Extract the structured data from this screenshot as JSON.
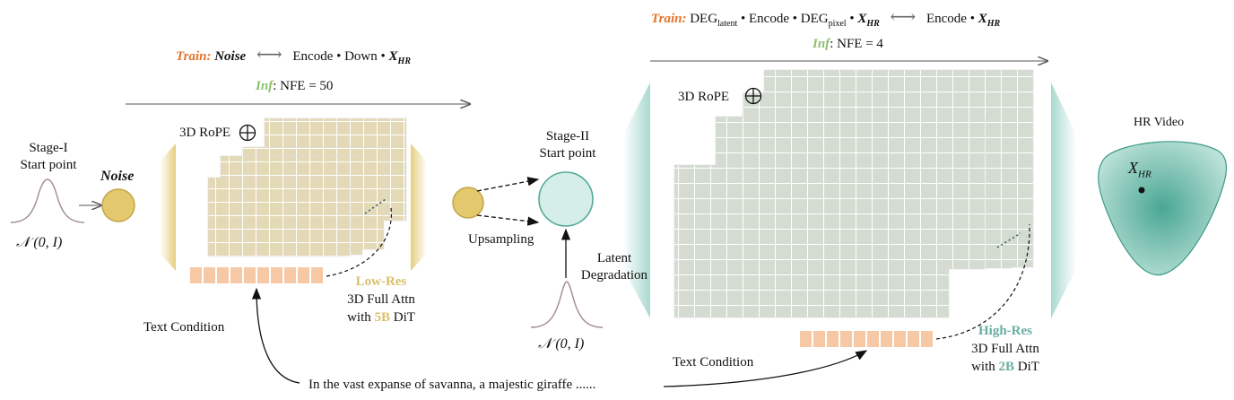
{
  "stage1": {
    "train_prefix": "Train:",
    "train_noise": "Noise",
    "train_arrow": "⟷",
    "train_rhs": "Encode • Down • ",
    "train_xhr": "X",
    "train_xhr_sub": "HR",
    "inf_prefix": "Inf",
    "inf_rest": ": NFE = 50",
    "start_title": "Stage-I",
    "start_sub": "Start point",
    "noise_label": "Noise",
    "gauss_label": "𝒩 (0, I)",
    "rope_label": "3D RoPE",
    "text_condition": "Text Condition",
    "attn_title": "Low-Res",
    "attn_line1": "3D Full Attn",
    "attn_line2_pre": "with ",
    "attn_line2_size": "5B",
    "attn_line2_post": " DiT"
  },
  "middle": {
    "upsampling": "Upsampling",
    "start_title": "Stage-II",
    "start_sub": "Start point",
    "latent_line1": "Latent",
    "latent_line2": "Degradation",
    "gauss_label": "𝒩 (0, I)"
  },
  "stage2": {
    "train_prefix": "Train:",
    "train_deg1": "DEG",
    "train_deg1_sub": "latent",
    "train_enc1": " • Encode • ",
    "train_deg2": "DEG",
    "train_deg2_sub": "pixel",
    "train_dot": " • ",
    "train_xhr": "X",
    "train_xhr_sub": "HR",
    "train_arrow": "⟷",
    "train_rhs": "Encode • ",
    "inf_prefix": "Inf",
    "inf_rest": ": NFE = 4",
    "rope_label": "3D RoPE",
    "text_condition": "Text Condition",
    "attn_title": "High-Res",
    "attn_line1": "3D Full Attn",
    "attn_line2_pre": "with ",
    "attn_line2_size": "2B",
    "attn_line2_post": " DiT"
  },
  "output": {
    "title": "HR Video",
    "point_label": "X",
    "point_sub": "HR"
  },
  "prompt_text": "In the vast expanse of savanna, a majestic giraffe ......",
  "colors": {
    "orange": "#e5732a",
    "green": "#8cc06e",
    "gold": "#d9c06a",
    "teal": "#6aaea1",
    "text_block": "#f6c8a6"
  }
}
